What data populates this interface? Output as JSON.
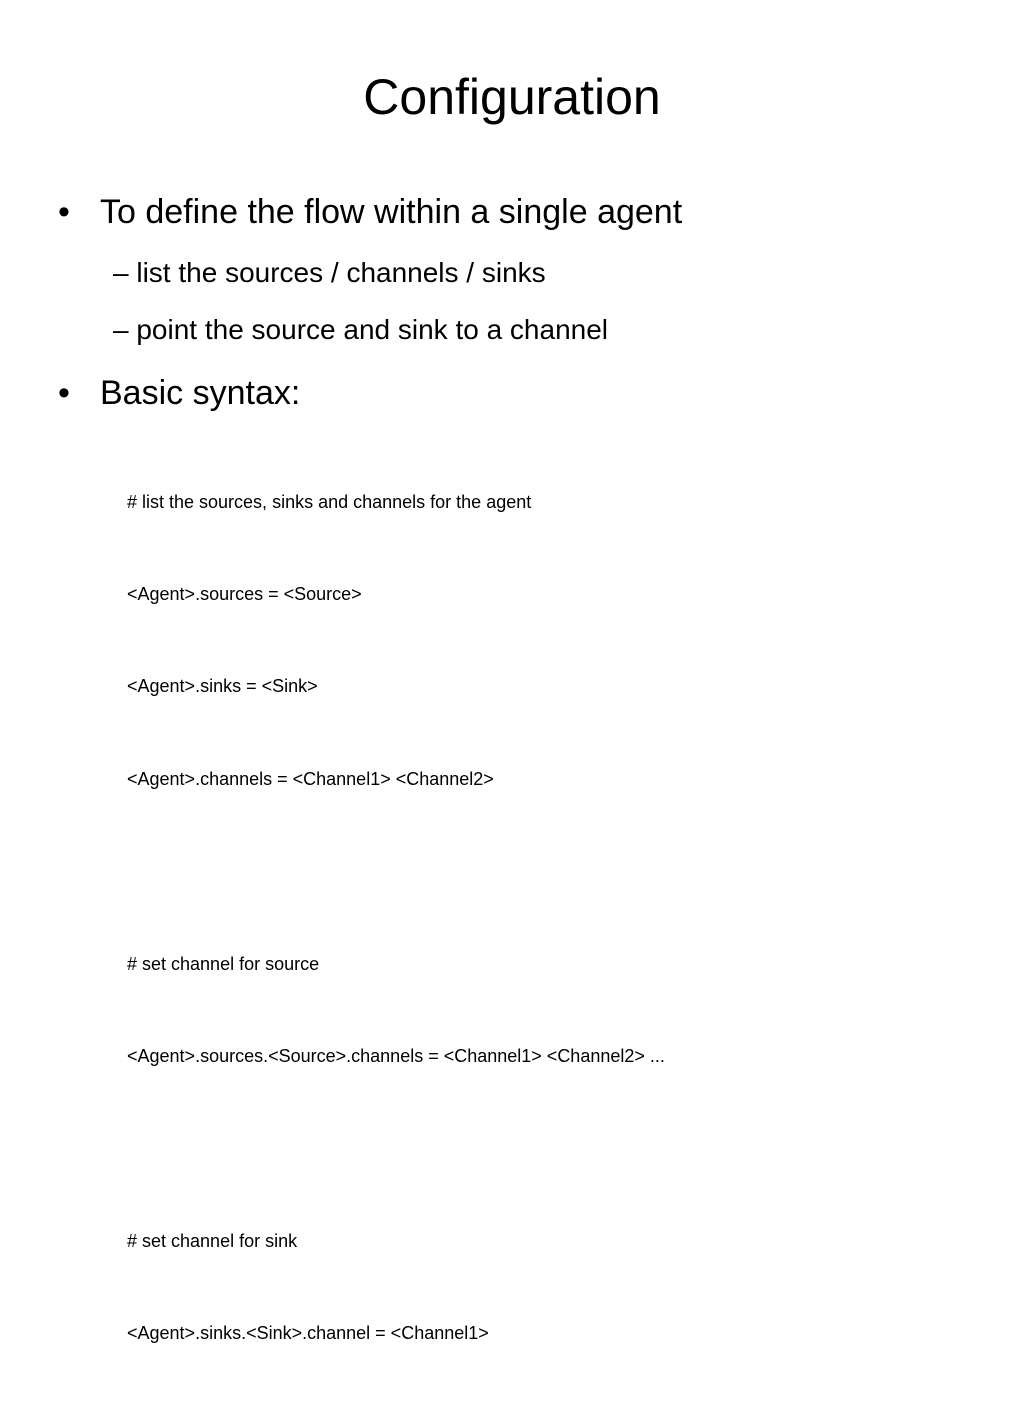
{
  "slide": {
    "title": "Configuration",
    "bullets": [
      {
        "marker": "•",
        "text": "To define the flow within a single agent",
        "sub": [
          {
            "marker": "–",
            "text": "list the sources / channels / sinks"
          },
          {
            "marker": "–",
            "text": "point the source and sink to a channel"
          }
        ]
      },
      {
        "marker": "•",
        "text": "Basic syntax:"
      }
    ],
    "code_lines": [
      "# list the sources, sinks and channels for the agent",
      "<Agent>.sources = <Source>",
      "<Agent>.sinks = <Sink>",
      "<Agent>.channels = <Channel1> <Channel2>",
      "",
      "# set channel for source",
      "<Agent>.sources.<Source>.channels = <Channel1> <Channel2> ...",
      "",
      "# set channel for sink",
      "<Agent>.sinks.<Sink>.channel = <Channel1>"
    ]
  }
}
